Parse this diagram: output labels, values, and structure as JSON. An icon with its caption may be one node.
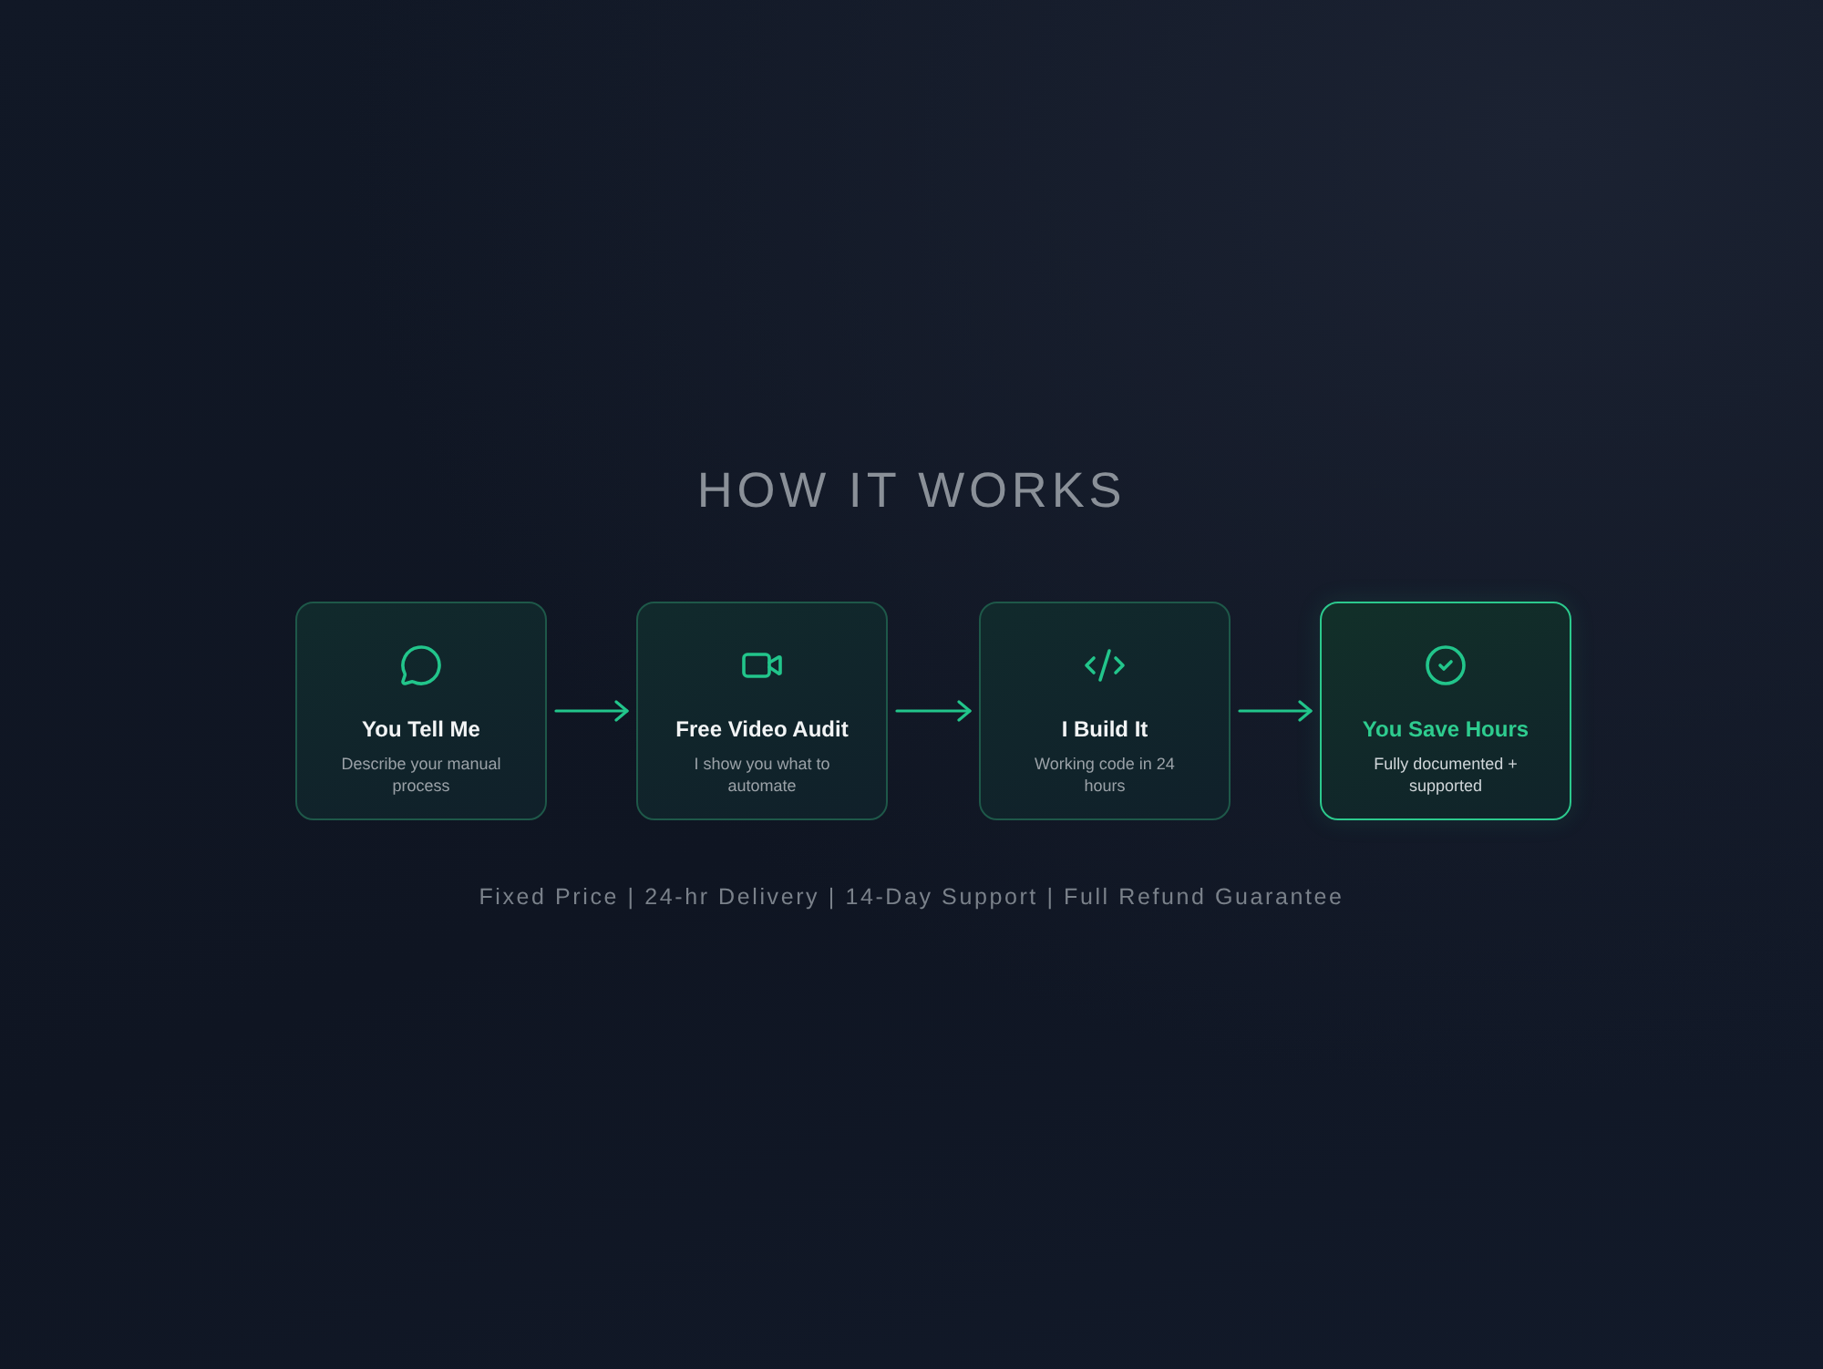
{
  "diagram": {
    "title": "HOW IT WORKS",
    "nodes": [
      {
        "text": [
          "You Tell Me",
          "Describe your manual process"
        ]
      },
      {
        "text": [
          "Free Video Audit",
          "I show you what to automate"
        ]
      },
      {
        "text": [
          "I Build It",
          "Working code in 24 hours"
        ]
      },
      {
        "text": [
          "You Save Hours",
          "Fully documented + supported"
        ]
      }
    ],
    "edges": [
      {
        "from": 0,
        "to": 1,
        "arrow": "to"
      },
      {
        "from": 1,
        "to": 2,
        "arrow": "to"
      },
      {
        "from": 2,
        "to": 3,
        "arrow": "to"
      }
    ],
    "labels": [
      "Fixed Price | 24-hr Delivery | 14-Day Support | Full Refund Guarantee"
    ]
  }
}
